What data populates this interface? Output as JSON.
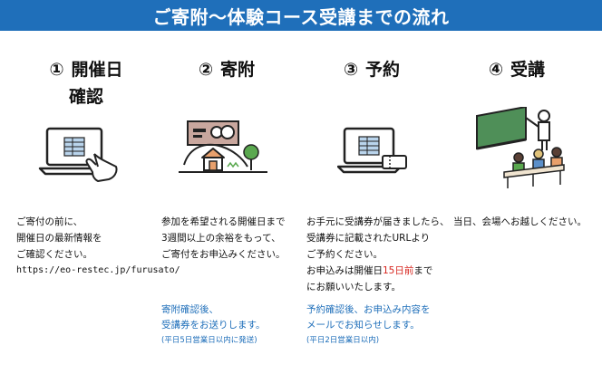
{
  "banner": {
    "title": "ご寄附〜体験コース受講までの流れ"
  },
  "steps": [
    {
      "num": "①",
      "title_line1": "開催日",
      "title_line2": "確認",
      "icon": "laptop-hand-icon",
      "desc": [
        "ご寄付の前に、",
        "開催日の最新情報を",
        "ご確認ください。",
        "https://eo-restec.jp/furusato/"
      ]
    },
    {
      "num": "②",
      "title_line1": "寄附",
      "icon": "money-house-icon",
      "desc": [
        "参加を希望される開催日まで",
        "3週間以上の余裕をもって、",
        "ご寄付をお申込みください。"
      ],
      "note": [
        "寄附確認後、",
        "受講券をお送りします。"
      ],
      "note_small": "(平日5日営業日以内に発送)"
    },
    {
      "num": "③",
      "title_line1": "予約",
      "icon": "laptop-ticket-icon",
      "desc": [
        "お手元に受講券が届きましたら、",
        "受講券に記載されたURLより",
        "ご予約ください。"
      ],
      "deadline_prefix": "お申込みは開催日",
      "deadline_red": "15日前",
      "deadline_suffix": "まで",
      "deadline_line2": "にお願いいたします。",
      "note": [
        "予約確認後、お申込み内容を",
        "メールでお知らせします。"
      ],
      "note_small": "(平日2日営業日以内)"
    },
    {
      "num": "④",
      "title_line1": "受講",
      "icon": "classroom-icon",
      "desc": [
        "当日、会場へお越しください。"
      ]
    }
  ],
  "colors": {
    "banner": "#1f6fba",
    "accent_blue": "#1f6fba",
    "deadline_red": "#d7261f"
  }
}
